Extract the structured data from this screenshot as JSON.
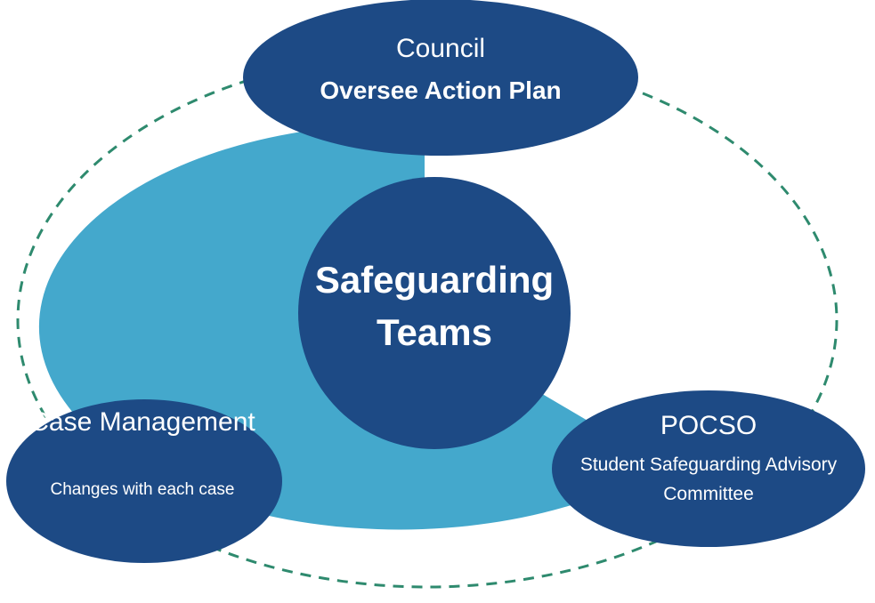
{
  "colors": {
    "dark_blue": "#1d4a85",
    "light_blue": "#44a8cc",
    "dashed_ring": "#2e8a6e",
    "text": "#ffffff",
    "background": "#ffffff"
  },
  "diagram": {
    "council": {
      "title": "Council",
      "subtitle": "Oversee Action Plan"
    },
    "center": {
      "title": "Safeguarding Teams"
    },
    "case_management": {
      "title": "Case Management",
      "subtitle": "Changes with each case"
    },
    "pocso": {
      "title": "POCSO",
      "subtitle": "Student Safeguarding Advisory Committee"
    }
  }
}
